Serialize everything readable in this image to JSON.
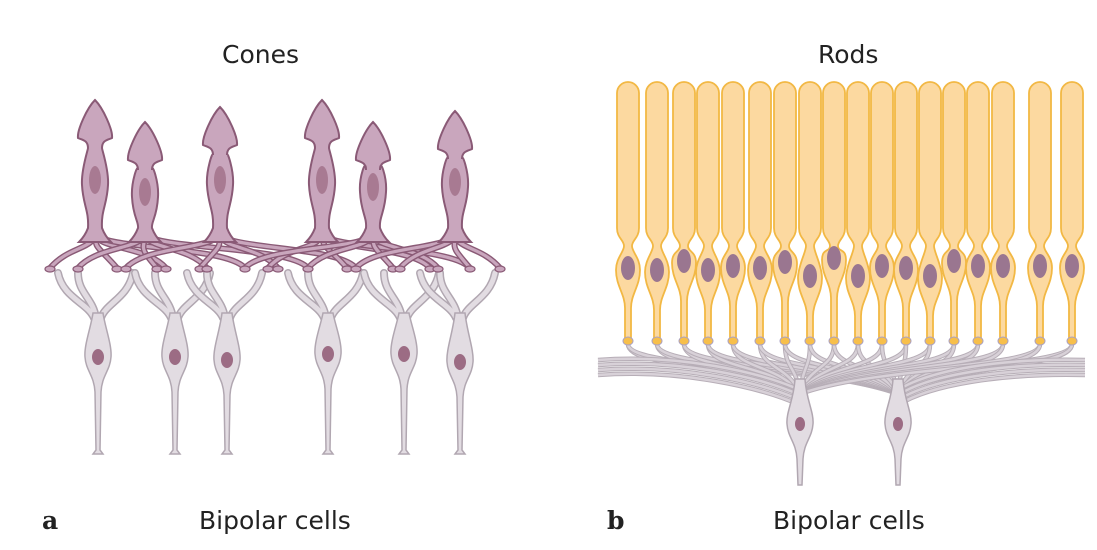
{
  "panels": [
    {
      "letter": "a",
      "top_label": "Cones",
      "bottom_label": "Bipolar cells",
      "photoreceptor_type": "cone",
      "photoreceptor_count": 6,
      "bipolar_count": 6,
      "colors": {
        "photoreceptor": "#c9a6bd",
        "photoreceptor_outline": "#8a5a76",
        "nucleus": "#a87a92",
        "bipolar": "#e2dce2",
        "bipolar_outline": "#b1a7b1",
        "bipolar_nucleus": "#9c6c84"
      }
    },
    {
      "letter": "b",
      "top_label": "Rods",
      "bottom_label": "Bipolar cells",
      "photoreceptor_type": "rod",
      "photoreceptor_count": 18,
      "bipolar_count": 2,
      "colors": {
        "photoreceptor": "#fcd9a0",
        "photoreceptor_outline": "#f2b844",
        "nucleus": "#9a7690",
        "bipolar": "#e2dce2",
        "bipolar_outline": "#b1a7b1",
        "bipolar_nucleus": "#9c6c84"
      }
    }
  ]
}
